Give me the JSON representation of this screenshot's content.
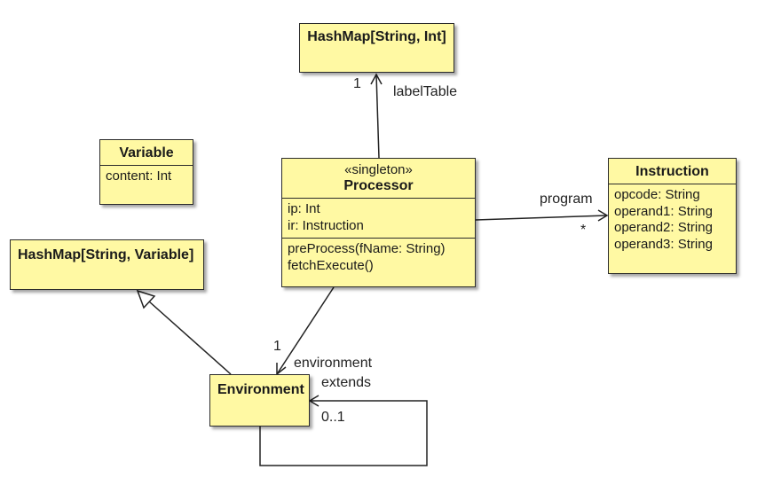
{
  "classes": {
    "label_table_map": {
      "name": "HashMap[String, Int]"
    },
    "variable": {
      "name": "Variable",
      "attributes": [
        "content: Int"
      ]
    },
    "processor": {
      "stereotype": "«singleton»",
      "name": "Processor",
      "attributes": [
        "ip: Int",
        "ir: Instruction"
      ],
      "operations": [
        "preProcess(fName: String)",
        "fetchExecute()"
      ]
    },
    "instruction": {
      "name": "Instruction",
      "attributes": [
        "opcode: String",
        "operand1: String",
        "operand2: String",
        "operand3: String"
      ]
    },
    "variable_map": {
      "name": "HashMap[String, Variable]"
    },
    "environment": {
      "name": "Environment"
    }
  },
  "associations": {
    "label_table": {
      "role": "labelTable",
      "multiplicity": "1"
    },
    "program": {
      "role": "program",
      "multiplicity": "*"
    },
    "environment": {
      "role": "environment",
      "multiplicity": "1"
    },
    "extends": {
      "role": "extends",
      "multiplicity": "0..1"
    }
  }
}
